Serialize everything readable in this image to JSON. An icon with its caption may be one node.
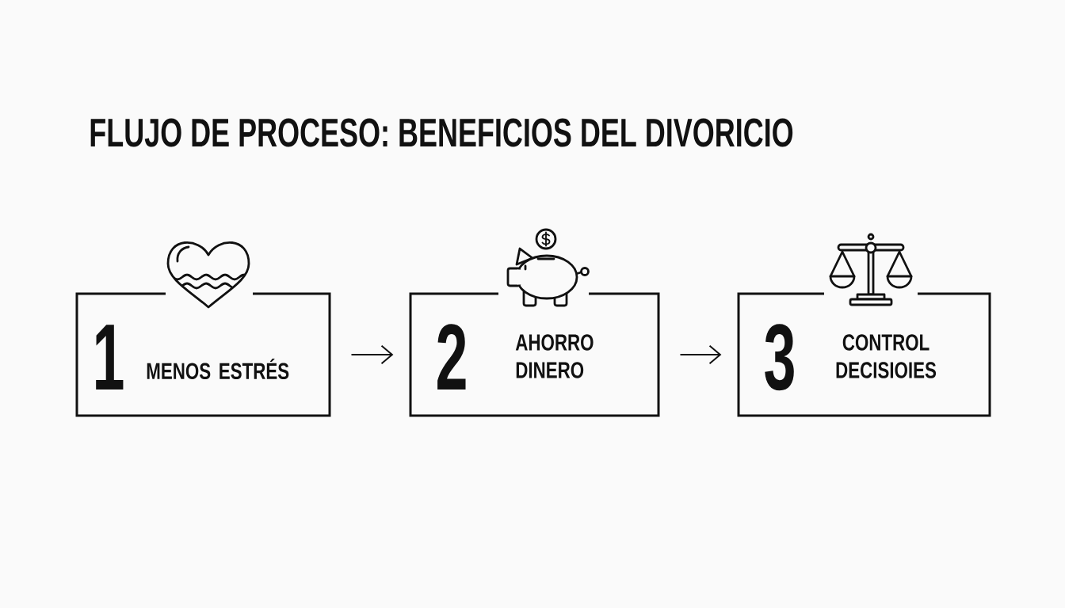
{
  "diagram": {
    "title": "FLUJO DE PROCESO: BENEFICIOS DEL DIVORICIO",
    "nodes": [
      {
        "text": [
          "1",
          "MENOS ESTRÉS"
        ]
      },
      {
        "text": [
          "2",
          "AHORRO DINERO"
        ]
      },
      {
        "text": [
          "3",
          "CONTROL DECISIOIES"
        ]
      }
    ],
    "edges": [
      {
        "from": 0,
        "to": 1,
        "arrow": "to"
      },
      {
        "from": 1,
        "to": 2,
        "arrow": "to"
      }
    ]
  }
}
